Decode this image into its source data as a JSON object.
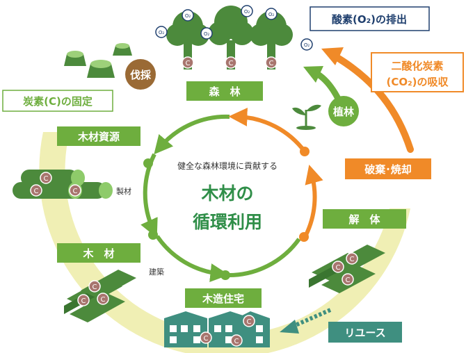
{
  "center": {
    "subtitle": "健全な森林環境に貢献する",
    "title_line1": "木材の",
    "title_line2": "循環利用"
  },
  "stages": {
    "forest": "森　林",
    "wood_resource": "木材資源",
    "lumber": "木　材",
    "wooden_house": "木造住宅",
    "demolition": "解　体",
    "disposal": "破棄･焼却"
  },
  "processes": {
    "logging": "伐採",
    "planting": "植林",
    "sawing": "製材",
    "building": "建築",
    "reuse": "リユース"
  },
  "annotations": {
    "oxygen_release": "酸素(O₂)の排出",
    "co2_absorb_line1": "二酸化炭素",
    "co2_absorb_line2": "(CO₂)の吸収",
    "carbon_fixation": "炭素(C)の固定"
  },
  "symbols": {
    "carbon": "C",
    "oxygen": "O₂"
  },
  "colors": {
    "green": "#6eae3e",
    "dark_green": "#4c8a3c",
    "teal": "#3f8f80",
    "orange": "#f08a28",
    "brown": "#9a6a35",
    "cream": "#efeeb0",
    "navy": "#1f3f6e",
    "carbon_fill": "#a8756e"
  }
}
